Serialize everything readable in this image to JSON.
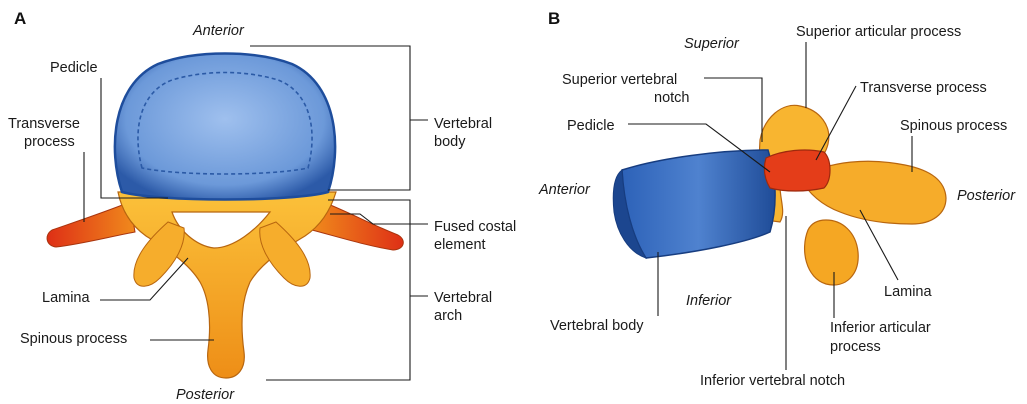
{
  "panel_a": {
    "letter": "A",
    "orientation_top": "Anterior",
    "orientation_bottom": "Posterior",
    "labels": {
      "pedicle": "Pedicle",
      "transverse_line1": "Transverse",
      "transverse_line2": "process",
      "lamina": "Lamina",
      "spinous": "Spinous process",
      "vbody_line1": "Vertebral",
      "vbody_line2": "body",
      "fused_line1": "Fused costal",
      "fused_line2": "element",
      "varch_line1": "Vertebral",
      "varch_line2": "arch"
    }
  },
  "panel_b": {
    "letter": "B",
    "orientation_superior": "Superior",
    "orientation_inferior": "Inferior",
    "orientation_anterior": "Anterior",
    "orientation_posterior": "Posterior",
    "labels": {
      "sup_articular": "Superior articular process",
      "sup_notch_line1": "Superior vertebral",
      "sup_notch_line2": "notch",
      "transverse": "Transverse process",
      "pedicle": "Pedicle",
      "spinous": "Spinous process",
      "lamina": "Lamina",
      "vertebral_body": "Vertebral body",
      "inf_articular_line1": "Inferior articular",
      "inf_articular_line2": "process",
      "inf_notch": "Inferior vertebral notch"
    }
  },
  "colors": {
    "body_blue": "#6a98d8",
    "body_blue_dark": "#1f4f9e",
    "bone_orange": "#f3a21f",
    "bone_yellow": "#fbc33a",
    "process_red": "#e23a1a"
  }
}
